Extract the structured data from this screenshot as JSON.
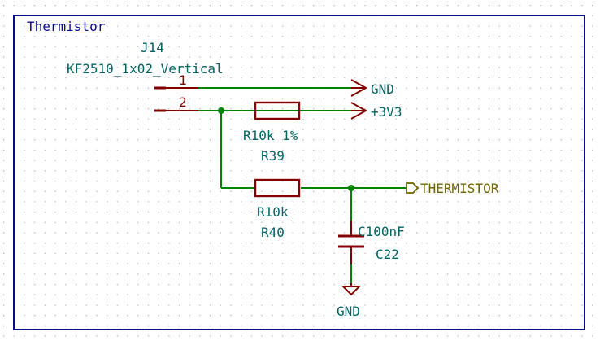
{
  "sheet": {
    "title": "Thermistor"
  },
  "connector": {
    "ref": "J14",
    "value": "KF2510_1x02_Vertical",
    "pin1": "1",
    "pin2": "2"
  },
  "power": {
    "gnd_top": "GND",
    "vcc": "+3V3",
    "gnd_bottom": "GND"
  },
  "resistor_r39": {
    "value": "R10k 1%",
    "ref": "R39"
  },
  "resistor_r40": {
    "value": "R10k",
    "ref": "R40"
  },
  "capacitor_c22": {
    "value": "C100nF",
    "ref": "C22"
  },
  "net_label": {
    "text": "THERMISTOR"
  },
  "colors": {
    "wire": "#008400",
    "component": "#840000",
    "frame": "#0b0b8a",
    "label": "#006464",
    "net_label": "#6e6400",
    "grid_dot": "#b4b4b4"
  }
}
